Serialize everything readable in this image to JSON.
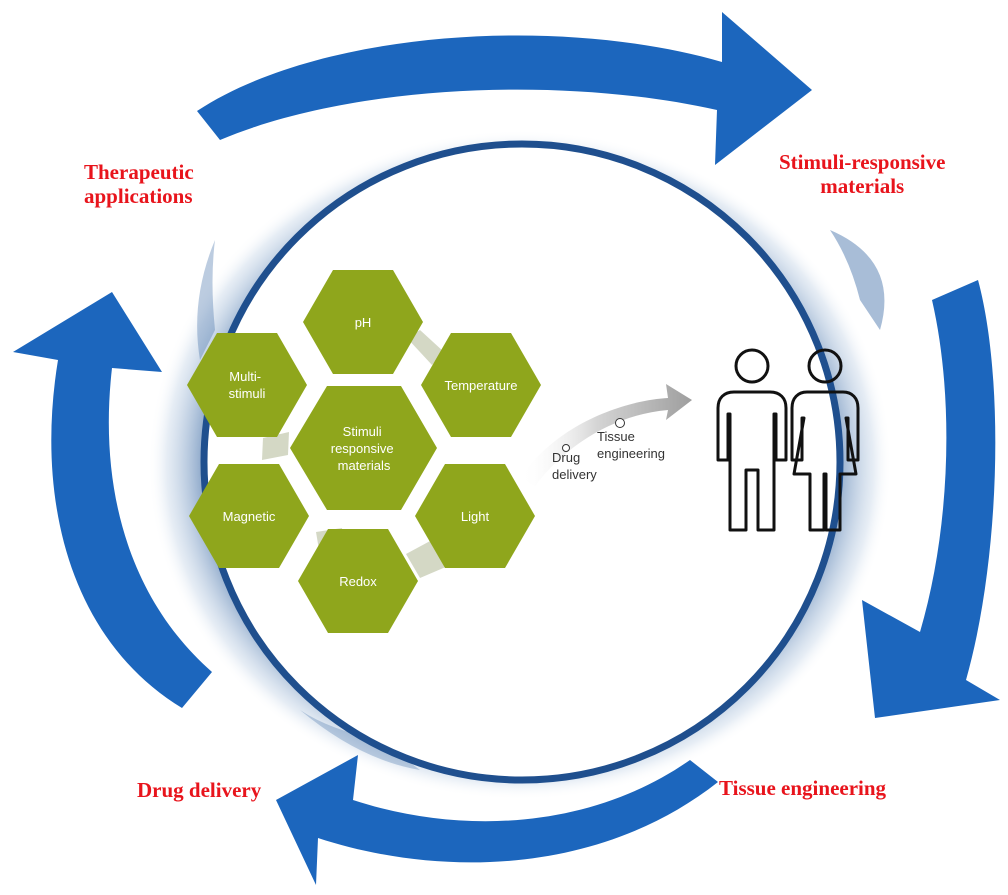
{
  "cycle_labels": {
    "top_right": [
      "Stimuli-responsive",
      "materials"
    ],
    "bottom_right": "Tissue  engineering",
    "bottom_left": "Drug  delivery",
    "top_left": [
      "Therapeutic",
      "applications"
    ]
  },
  "hexagons": {
    "center": [
      "Stimuli",
      "responsive",
      "materials"
    ],
    "ph": "pH",
    "temperature": "Temperature",
    "light": "Light",
    "redox": "Redox",
    "magnetic": "Magnetic",
    "multi": [
      "Multi-",
      "stimuli"
    ]
  },
  "arrow_labels": {
    "drug": [
      "Drug",
      "delivery"
    ],
    "tissue": [
      "Tissue",
      "engineering"
    ]
  },
  "colors": {
    "arrow_blue": "#1c66bd",
    "ring_blue": "#1f4f8e",
    "hex_green": "#8fa61c",
    "label_red": "#e8141c"
  }
}
